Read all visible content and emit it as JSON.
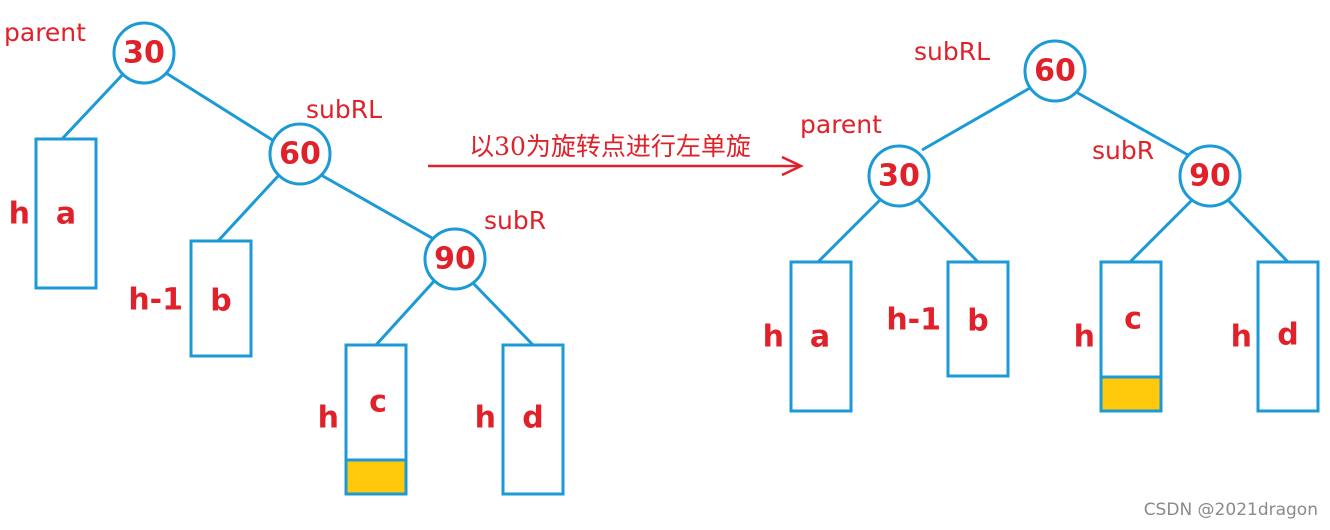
{
  "caption": "以30为旋转点进行左单旋",
  "watermark": "CSDN @2021dragon",
  "colors": {
    "edge": "#1b9ad6",
    "text": "#e0212a",
    "highlight": "#ffc80a",
    "watermark": "#8a8a8a"
  },
  "before": {
    "labels": {
      "parent": "parent",
      "subRL": "subRL",
      "subR": "subR"
    },
    "nodes": {
      "n30": "30",
      "n60": "60",
      "n90": "90"
    },
    "subtrees": {
      "a": {
        "name": "a",
        "height": "h"
      },
      "b": {
        "name": "b",
        "height": "h-1"
      },
      "c": {
        "name": "c",
        "height": "h"
      },
      "d": {
        "name": "d",
        "height": "h"
      }
    }
  },
  "after": {
    "labels": {
      "subRL": "subRL",
      "parent": "parent",
      "subR": "subR"
    },
    "nodes": {
      "n60": "60",
      "n30": "30",
      "n90": "90"
    },
    "subtrees": {
      "a": {
        "name": "a",
        "height": "h"
      },
      "b": {
        "name": "b",
        "height": "h-1"
      },
      "c": {
        "name": "c",
        "height": "h"
      },
      "d": {
        "name": "d",
        "height": "h"
      }
    }
  }
}
